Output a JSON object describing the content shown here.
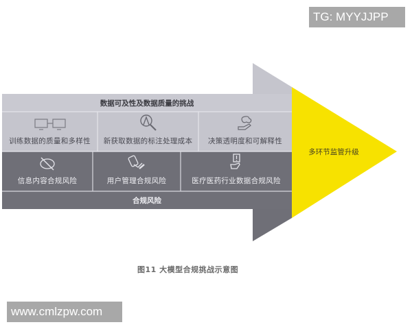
{
  "watermarks": {
    "top_right": "TG: MYYJJPP",
    "bottom_left": "www.cmlzpw.com"
  },
  "diagram": {
    "header_band": "数据可及性及数据质量的挑战",
    "quality_challenges": [
      {
        "label": "训练数据的质量和多样性",
        "icon": "monitors-icon"
      },
      {
        "label": "新获取数据的标注处理成本",
        "icon": "magnifier-person-icon"
      },
      {
        "label": "决策透明度和可解释性",
        "icon": "hand-cloud-icon"
      }
    ],
    "compliance_risks": [
      {
        "label": "信息内容合规风险",
        "icon": "no-chat-icon"
      },
      {
        "label": "用户管理合规风险",
        "icon": "hand-phone-icon"
      },
      {
        "label": "医疗医药行业数据合规风险",
        "icon": "hand-alert-icon"
      }
    ],
    "footer_band": "合规风险",
    "arrow_head_label": "多环节监管升级",
    "colors": {
      "light_gray": "#c5c5cd",
      "header_gray": "#c9c9d1",
      "dark_gray": "#6f6f77",
      "yellow": "#f7e200",
      "divider": "#e4e4ea"
    }
  },
  "caption": "图11 大模型合规挑战示意图"
}
